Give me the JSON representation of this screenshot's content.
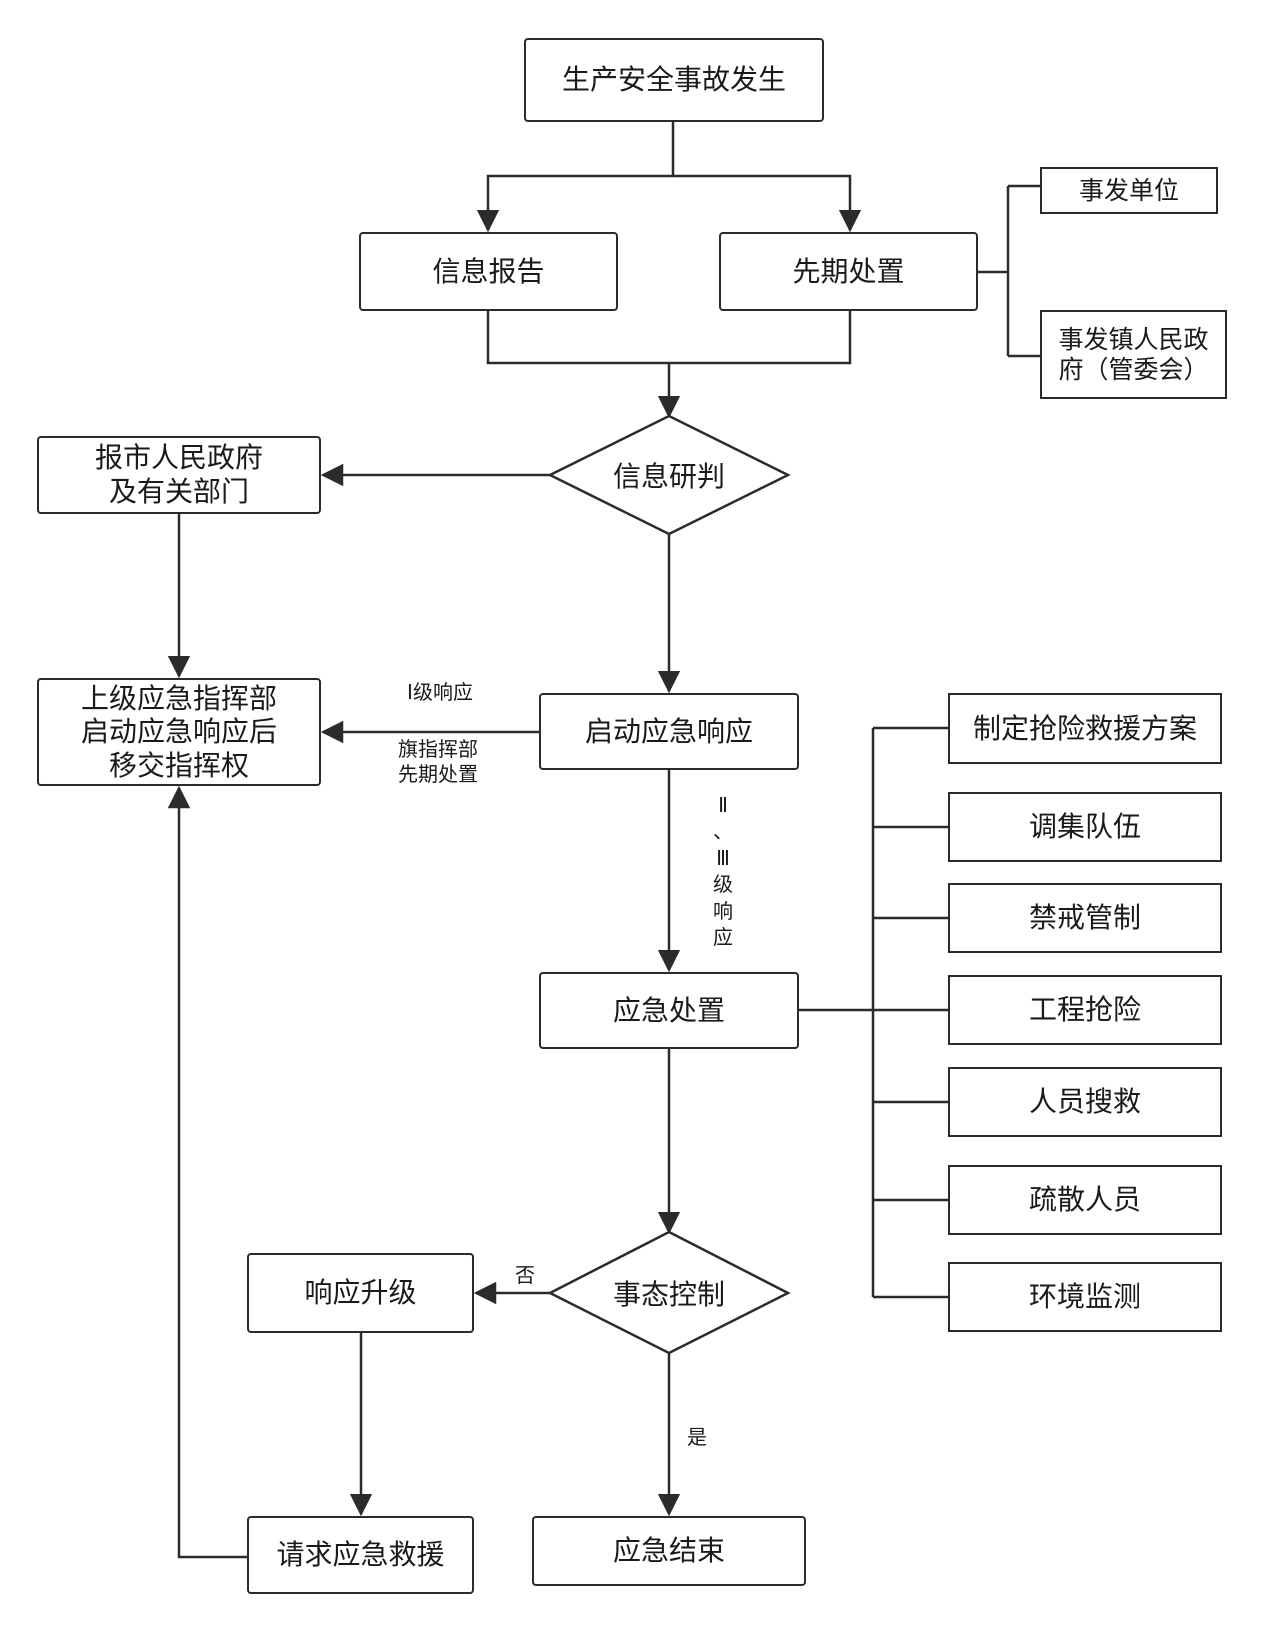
{
  "nodes": {
    "incident": "生产安全事故发生",
    "info_report": "信息报告",
    "initial_disposal": "先期处置",
    "unit": "事发单位",
    "town_gov": "事发镇人民政\n府（管委会）",
    "info_judge": "信息研判",
    "report_city": "报市人民政府\n及有关部门",
    "higher_command": "上级应急指挥部\n启动应急响应后\n移交指挥权",
    "start_response": "启动应急响应",
    "emergency_disposal": "应急处置",
    "situation_control": "事态控制",
    "response_upgrade": "响应升级",
    "request_rescue": "请求应急救援",
    "emergency_end": "应急结束"
  },
  "measures": [
    "制定抢险救援方案",
    "调集队伍",
    "禁戒管制",
    "工程抢险",
    "人员搜救",
    "疏散人员",
    "环境监测"
  ],
  "edge_labels": {
    "level1": "Ⅰ级响应",
    "banner": "旗指挥部\n先期处置",
    "level23": [
      "Ⅱ",
      "、",
      "Ⅲ",
      "级",
      "响",
      "应"
    ],
    "no": "否",
    "yes": "是"
  }
}
